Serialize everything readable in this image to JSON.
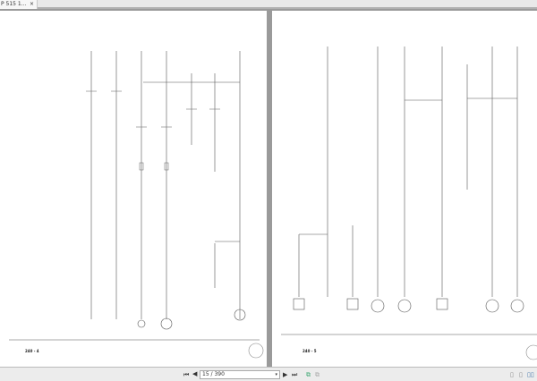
{
  "tab": {
    "title": "P 515 1...",
    "close": "×"
  },
  "pages": {
    "left_label": "240 - 4",
    "right_label": "240 - 5"
  },
  "toolbar": {
    "first": "⏮",
    "prev": "◀",
    "page_value": "15 / 390",
    "dropdown": "▾",
    "next": "▶",
    "last": "⏭",
    "view_single": "▯",
    "view_scroll": "▯",
    "view_double": "▯▯"
  }
}
